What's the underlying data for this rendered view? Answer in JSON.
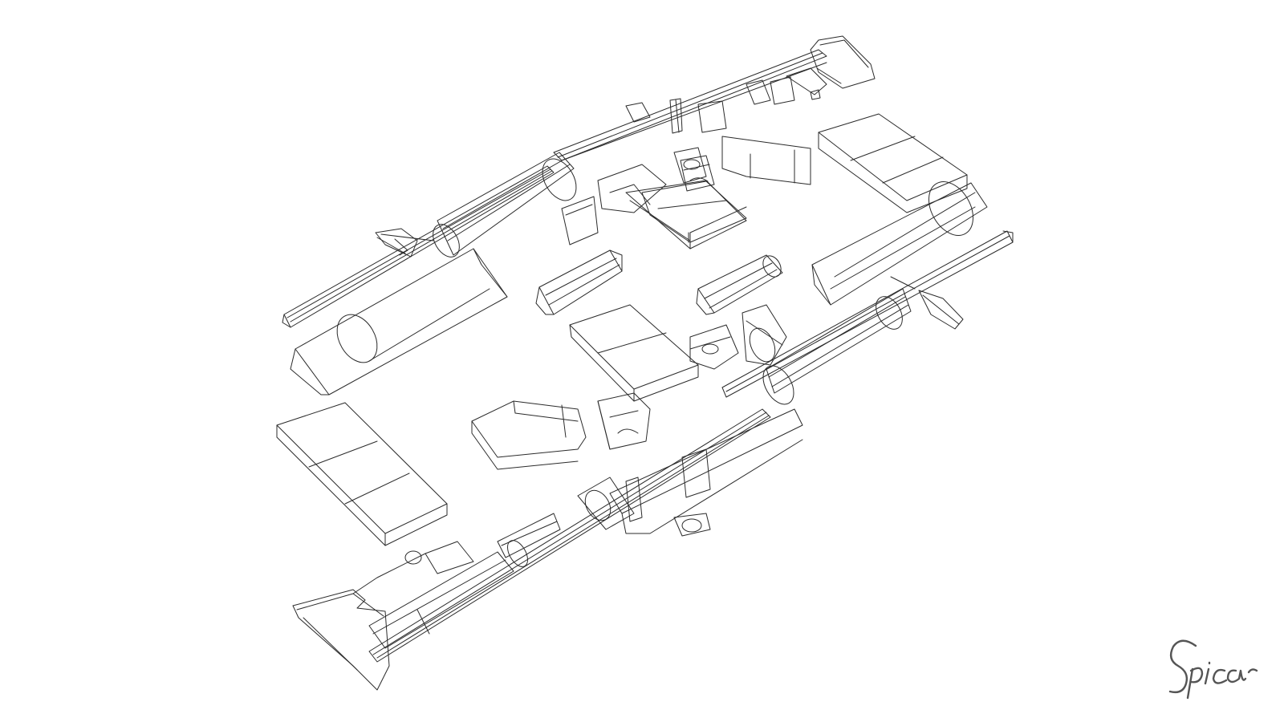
{
  "drawing": {
    "background_color": "#ffffff",
    "line_color": "#2b2b2b",
    "style": "isometric wireframe, exploded view"
  },
  "signature": {
    "text": "Spicer",
    "color": "#555555",
    "rendered_as": "handwritten-image"
  }
}
